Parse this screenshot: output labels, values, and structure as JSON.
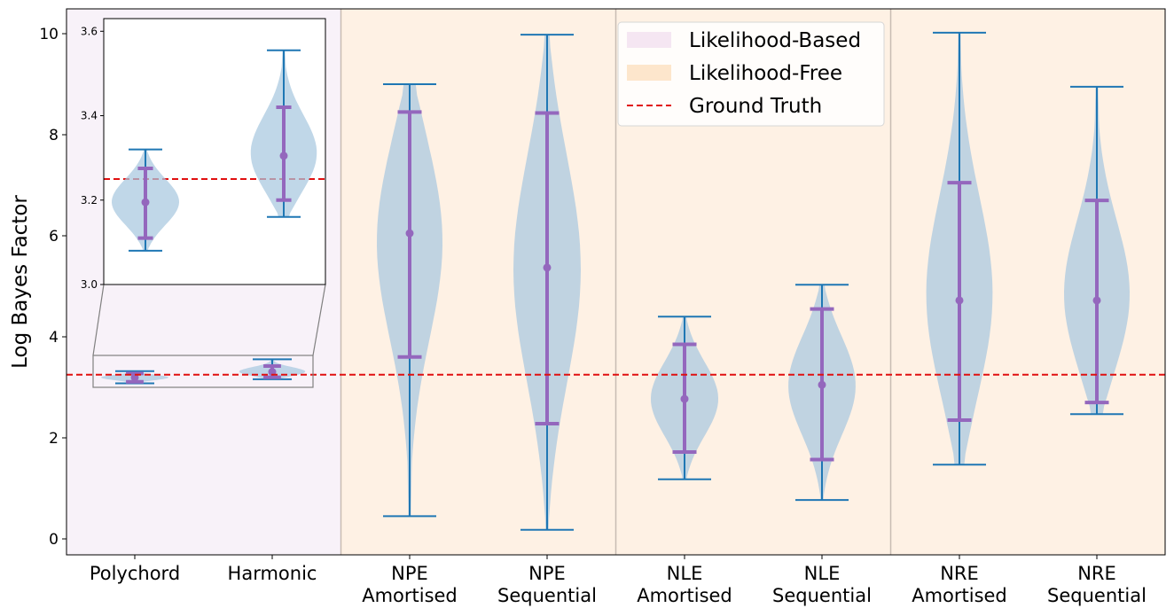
{
  "chart_data": {
    "type": "violin",
    "ylabel": "Log Bayes Factor",
    "xlabel": "",
    "ylim": [
      -0.3,
      10.5
    ],
    "yticks": [
      0,
      2,
      4,
      6,
      8,
      10
    ],
    "ground_truth": 3.25,
    "categories": [
      {
        "label_lines": [
          "Polychord"
        ],
        "group": "likelihood-based",
        "min": 3.08,
        "max": 3.32,
        "mean": 3.195,
        "lower": 3.11,
        "upper": 3.275
      },
      {
        "label_lines": [
          "Harmonic"
        ],
        "group": "likelihood-based",
        "min": 3.16,
        "max": 3.555,
        "mean": 3.305,
        "lower": 3.2,
        "upper": 3.42
      },
      {
        "label_lines": [
          "NPE",
          "Amortised"
        ],
        "group": "likelihood-free",
        "min": 0.45,
        "max": 9.0,
        "mean": 6.05,
        "lower": 3.6,
        "upper": 8.45
      },
      {
        "label_lines": [
          "NPE",
          "Sequential"
        ],
        "group": "likelihood-free",
        "min": 0.18,
        "max": 9.98,
        "mean": 5.37,
        "lower": 2.28,
        "upper": 8.43
      },
      {
        "label_lines": [
          "NLE",
          "Amortised"
        ],
        "group": "likelihood-free",
        "min": 1.18,
        "max": 4.4,
        "mean": 2.77,
        "lower": 1.72,
        "upper": 3.85
      },
      {
        "label_lines": [
          "NLE",
          "Sequential"
        ],
        "group": "likelihood-free",
        "min": 0.77,
        "max": 5.03,
        "mean": 3.05,
        "lower": 1.57,
        "upper": 4.55
      },
      {
        "label_lines": [
          "NRE",
          "Amortised"
        ],
        "group": "likelihood-free",
        "min": 1.47,
        "max": 10.02,
        "mean": 4.72,
        "lower": 2.35,
        "upper": 7.05
      },
      {
        "label_lines": [
          "NRE",
          "Sequential"
        ],
        "group": "likelihood-free",
        "min": 2.47,
        "max": 8.95,
        "mean": 4.72,
        "lower": 2.7,
        "upper": 6.7
      }
    ],
    "inset": {
      "ylim": [
        3.0,
        3.63
      ],
      "yticks": [
        3.0,
        3.2,
        3.4,
        3.6
      ],
      "yticklabels": [
        "3.0",
        "3.2",
        "3.4",
        "3.6"
      ],
      "source_categories": [
        "Polychord",
        "Harmonic"
      ]
    },
    "legend": {
      "placement": "upper center",
      "entries": [
        {
          "label": "Likelihood-Based",
          "kind": "patch",
          "color": "#f5e6f2"
        },
        {
          "label": "Likelihood-Free",
          "kind": "patch",
          "color": "#fde6cc"
        },
        {
          "label": "Ground Truth",
          "kind": "dashed-line",
          "color": "#e01010"
        }
      ]
    },
    "colors": {
      "likelihood_based_bg": "#f8f2f9",
      "likelihood_free_bg": "#fef1e4",
      "violin_body": "#a7c7df",
      "violin_line": "#1f77b4",
      "interval": "#9467bd",
      "ground_truth": "#e01010",
      "separator": "#c8bcb2"
    }
  }
}
